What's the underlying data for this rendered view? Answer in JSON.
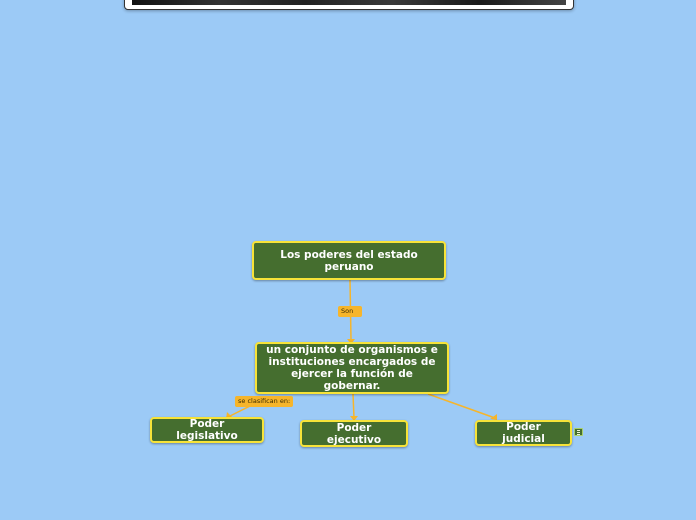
{
  "colors": {
    "background": "#9ccaf6",
    "node_fill": "#456e2f",
    "node_border": "#f7e339",
    "connector": "#f6b52b"
  },
  "nodes": {
    "root": "Los poderes del estado peruano",
    "definition": "un conjunto de organismos e instituciones encargados de ejercer la función de gobernar.",
    "legislativo": "Poder legislativo",
    "ejecutivo": "Poder ejecutivo",
    "judicial": "Poder judicial"
  },
  "connector_labels": {
    "son": "Son",
    "clasifican": "se clasifican en:"
  },
  "icons": {
    "judicial_note": "note-icon"
  }
}
